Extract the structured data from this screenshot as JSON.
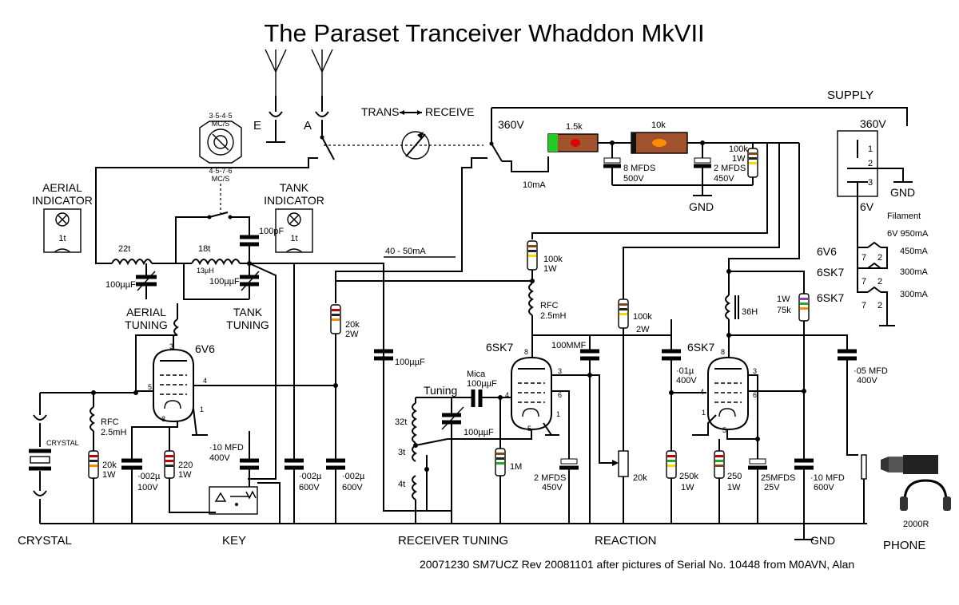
{
  "title": "The Paraset Tranceiver Whaddon MkVII",
  "footer": "20071230    SM7UCZ    Rev 20081101 after pictures of Serial No. 10448 from M0AVN, Alan",
  "sections": {
    "crystal": "CRYSTAL",
    "key": "KEY",
    "receiver_tuning": "RECEIVER TUNING",
    "reaction": "REACTION",
    "phone": "PHONE",
    "supply": "SUPPLY"
  },
  "antenna": {
    "earth": "E",
    "aerial": "A"
  },
  "switch": {
    "trans": "TRANS",
    "receive": "RECEIVE",
    "hv": "360V"
  },
  "band_switch": {
    "top": "3·5-4·5",
    "top_unit": "MC/S",
    "bottom": "4·5-7·6",
    "bottom_unit": "MC/S"
  },
  "indicators": {
    "aerial_1": "AERIAL",
    "aerial_2": "INDICATOR",
    "aerial_lamp": "1t",
    "tank_1": "TANK",
    "tank_2": "INDICATOR",
    "tank_lamp": "1t"
  },
  "transmitter": {
    "coil_22t": "22t",
    "cap_aerial": "100µµF",
    "aerial_tuning_1": "AERIAL",
    "aerial_tuning_2": "TUNING",
    "coil_18t": "18t",
    "coil_13uh": "13µH",
    "cap_100pf": "100pF",
    "cap_tank": "100µµF",
    "tank_tuning_1": "TANK",
    "tank_tuning_2": "TUNING",
    "tube": "6V6",
    "rfc_1": "RFC",
    "rfc_2": "2.5mH",
    "crystal": "CRYSTAL",
    "r_20k_1": "20k",
    "r_20k_2": "1W",
    "c_002_1": "·002µ",
    "c_002_2": "100V",
    "r_220_1": "220",
    "r_220_2": "1W",
    "c_10mfd_1": "·10 MFD",
    "c_10mfd_2": "400V",
    "c_002b_1": "·002µ",
    "c_002b_2": "600V",
    "c_002c_1": "·002µ",
    "c_002c_2": "600V",
    "r_20k2w_1": "20k",
    "r_20k2w_2": "2W",
    "current_4050": "40 - 50mA",
    "current_10": "10mA"
  },
  "power_filter": {
    "r_15k": "1.5k",
    "r_10k": "10k",
    "c_8_1": "8 MFDS",
    "c_8_2": "500V",
    "c_2_1": "2 MFDS",
    "c_2_2": "450V",
    "r_100k_1": "100k",
    "r_100k_2": "1W",
    "gnd": "GND"
  },
  "receiver": {
    "r_100k_1": "100k",
    "r_100k_2": "1W",
    "rfc_1": "RFC",
    "rfc_2": "2.5mH",
    "c_100uuf": "100µµF",
    "tube1": "6SK7",
    "c_100mmf": "100MMF",
    "mica_1": "Mica",
    "mica_2": "100µµF",
    "tuning": "Tuning",
    "c_tuning": "100µµF",
    "coil_32t": "32t",
    "coil_3t": "3t",
    "coil_4t": "4t",
    "r_1m": "1M",
    "c_2mfd_1": "2 MFDS",
    "c_2mfd_2": "450V",
    "r_100k2w_1": "100k",
    "r_100k2w_2": "2W",
    "pot_20k": "20k",
    "c_01_1": "·01µ",
    "c_01_2": "400V",
    "r_250k_1": "250k",
    "r_250k_2": "1W",
    "tube2": "6SK7",
    "choke": "36H",
    "r_75k_1": "1W",
    "r_75k_2": "75k",
    "r_250_1": "250",
    "r_250_2": "1W",
    "c_25_1": "25MFDS",
    "c_25_2": "25V",
    "c_10_1": "·10 MFD",
    "c_10_2": "600V",
    "c_05_1": "·05 MFD",
    "c_05_2": "400V",
    "phone_ohm": "2000R",
    "gnd": "GND"
  },
  "supply": {
    "hv": "360V",
    "pin1": "1",
    "pin2": "2",
    "pin3": "3",
    "gnd": "GND",
    "lv": "6V",
    "filament": "Filament",
    "fil_total": "6V 950mA",
    "t1": "6V6",
    "t1_ma": "450mA",
    "t2": "6SK7",
    "t2_ma": "300mA",
    "t3": "6SK7",
    "t3_ma": "300mA",
    "p7a": "7",
    "p2a": "2",
    "p7b": "7",
    "p2b": "2",
    "p7c": "7",
    "p2c": "2"
  },
  "pins": {
    "v1_3": "3",
    "v1_4": "4",
    "v1_5": "5",
    "v1_8": "8",
    "v1_1": "1",
    "v2_8": "8",
    "v2_3": "3",
    "v2_4": "4",
    "v2_6": "6",
    "v2_5": "5",
    "v2_1": "1",
    "v3_8": "8",
    "v3_3": "3",
    "v3_4": "4",
    "v3_6": "6",
    "v3_1": "1",
    "v3_5": "5"
  }
}
